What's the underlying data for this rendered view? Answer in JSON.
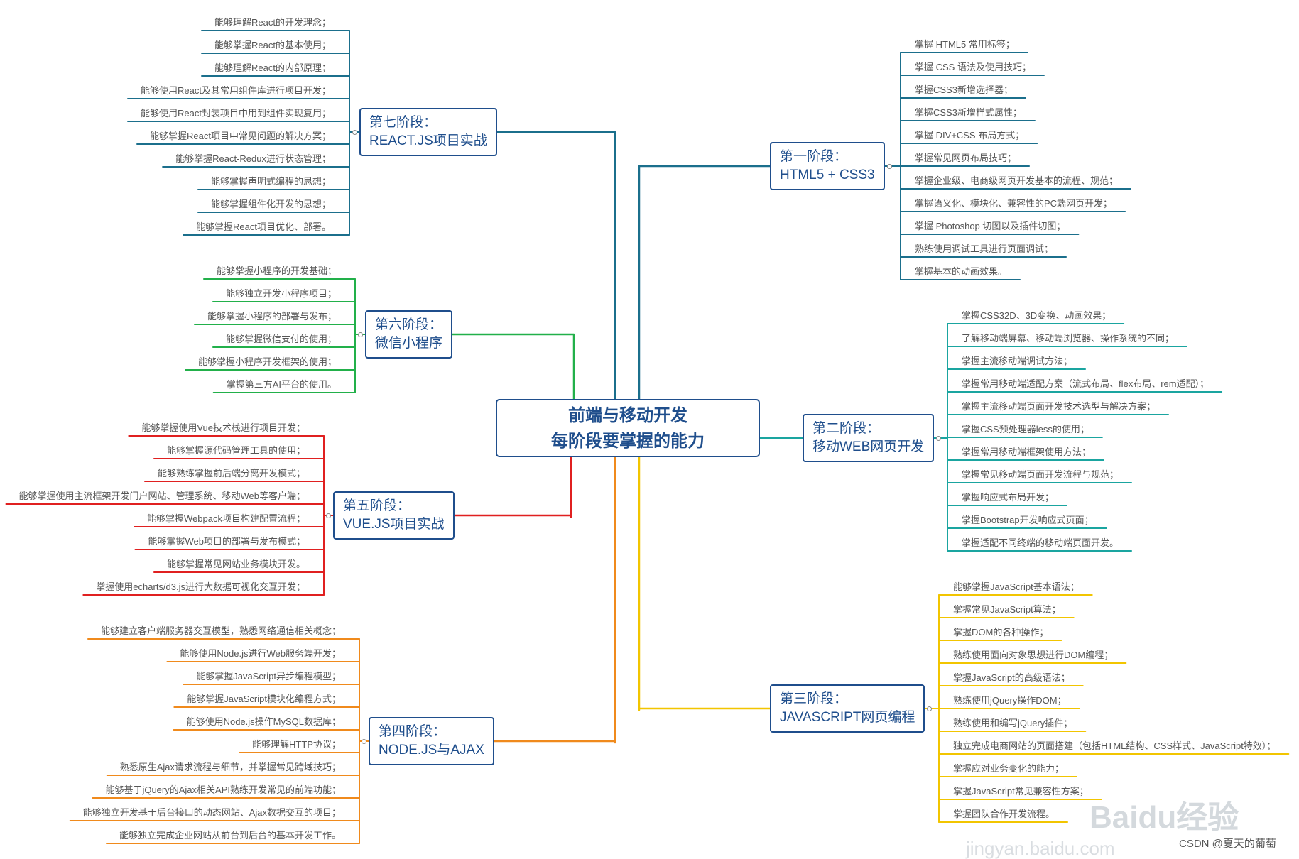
{
  "center": {
    "line1": "前端与移动开发",
    "line2": "每阶段要掌握的能力"
  },
  "stages": [
    {
      "id": "s1",
      "line1": "第一阶段：",
      "line2": "HTML5 + CSS3",
      "color": "#1b6f8c",
      "side": "right",
      "items": [
        "掌握 HTML5 常用标签；",
        "掌握 CSS 语法及使用技巧；",
        "掌握CSS3新增选择器；",
        "掌握CSS3新增样式属性；",
        "掌握 DIV+CSS 布局方式；",
        "掌握常见网页布局技巧；",
        "掌握企业级、电商级网页开发基本的流程、规范；",
        "掌握语义化、模块化、兼容性的PC端网页开发；",
        "掌握 Photoshop 切图以及插件切图；",
        "熟练使用调试工具进行页面调试；",
        "掌握基本的动画效果。"
      ]
    },
    {
      "id": "s2",
      "line1": "第二阶段：",
      "line2": "移动WEB网页开发",
      "color": "#1aa5a0",
      "side": "right",
      "items": [
        "掌握CSS32D、3D变换、动画效果；",
        "了解移动端屏幕、移动端浏览器、操作系统的不同；",
        "掌握主流移动端调试方法；",
        "掌握常用移动端适配方案（流式布局、flex布局、rem适配）；",
        "掌握主流移动端页面开发技术选型与解决方案；",
        "掌握CSS预处理器less的使用；",
        "掌握常用移动端框架使用方法；",
        "掌握常见移动端页面开发流程与规范；",
        "掌握响应式布局开发；",
        "掌握Bootstrap开发响应式页面；",
        "掌握适配不同终端的移动端页面开发。"
      ]
    },
    {
      "id": "s3",
      "line1": "第三阶段：",
      "line2": "JAVASCRIPT网页编程",
      "color": "#f2c500",
      "side": "right",
      "items": [
        "能够掌握JavaScript基本语法；",
        "掌握常见JavaScript算法；",
        "掌握DOM的各种操作；",
        "熟练使用面向对象思想进行DOM编程；",
        "掌握JavaScript的高级语法；",
        "熟练使用jQuery操作DOM；",
        "熟练使用和编写jQuery插件；",
        "独立完成电商网站的页面搭建（包括HTML结构、CSS样式、JavaScript特效）；",
        "掌握应对业务变化的能力；",
        "掌握JavaScript常见兼容性方案；",
        "掌握团队合作开发流程。"
      ]
    },
    {
      "id": "s4",
      "line1": "第四阶段：",
      "line2": "NODE.JS与AJAX",
      "color": "#f08a1c",
      "side": "left",
      "items": [
        "能够建立客户端服务器交互模型，熟悉网络通信相关概念；",
        "能够使用Node.js进行Web服务端开发；",
        "能够掌握JavaScript异步编程模型；",
        "能够掌握JavaScript模块化编程方式；",
        "能够使用Node.js操作MySQL数据库；",
        "能够理解HTTP协议；",
        "熟悉原生Ajax请求流程与细节，并掌握常见跨域技巧；",
        "能够基于jQuery的Ajax相关API熟练开发常见的前端功能；",
        "能够独立开发基于后台接口的动态网站、Ajax数据交互的项目；",
        "能够独立完成企业网站从前台到后台的基本开发工作。"
      ]
    },
    {
      "id": "s5",
      "line1": "第五阶段：",
      "line2": "VUE.JS项目实战",
      "color": "#e02020",
      "side": "left",
      "items": [
        "能够掌握使用Vue技术栈进行项目开发；",
        "能够掌握源代码管理工具的使用；",
        "能够熟练掌握前后端分离开发模式；",
        "能够掌握使用主流框架开发门户网站、管理系统、移动Web等客户端；",
        "能够掌握Webpack项目构建配置流程；",
        "能够掌握Web项目的部署与发布模式；",
        "能够掌握常见网站业务模块开发。",
        "掌握使用echarts/d3.js进行大数据可视化交互开发；"
      ]
    },
    {
      "id": "s6",
      "line1": "第六阶段：",
      "line2": "微信小程序",
      "color": "#22b04a",
      "side": "left",
      "items": [
        "能够掌握小程序的开发基础；",
        "能够独立开发小程序项目；",
        "能够掌握小程序的部署与发布；",
        "能够掌握微信支付的使用；",
        "能够掌握小程序开发框架的使用；",
        "掌握第三方AI平台的使用。"
      ]
    },
    {
      "id": "s7",
      "line1": "第七阶段：",
      "line2": "REACT.JS项目实战",
      "color": "#1b6f8c",
      "side": "left",
      "items": [
        "能够理解React的开发理念；",
        "能够掌握React的基本使用；",
        "能够理解React的内部原理；",
        "能够使用React及其常用组件库进行项目开发；",
        "能够使用React封装项目中用到组件实现复用；",
        "能够掌握React项目中常见问题的解决方案；",
        "能够掌握React-Redux进行状态管理；",
        "能够掌握声明式编程的思想；",
        "能够掌握组件化开发的思想；",
        "能够掌握React项目优化、部署。"
      ]
    }
  ],
  "watermark": {
    "brand": "Baidu经验",
    "site": "jingyan.baidu.com"
  },
  "credit": "CSDN @夏天的葡萄"
}
